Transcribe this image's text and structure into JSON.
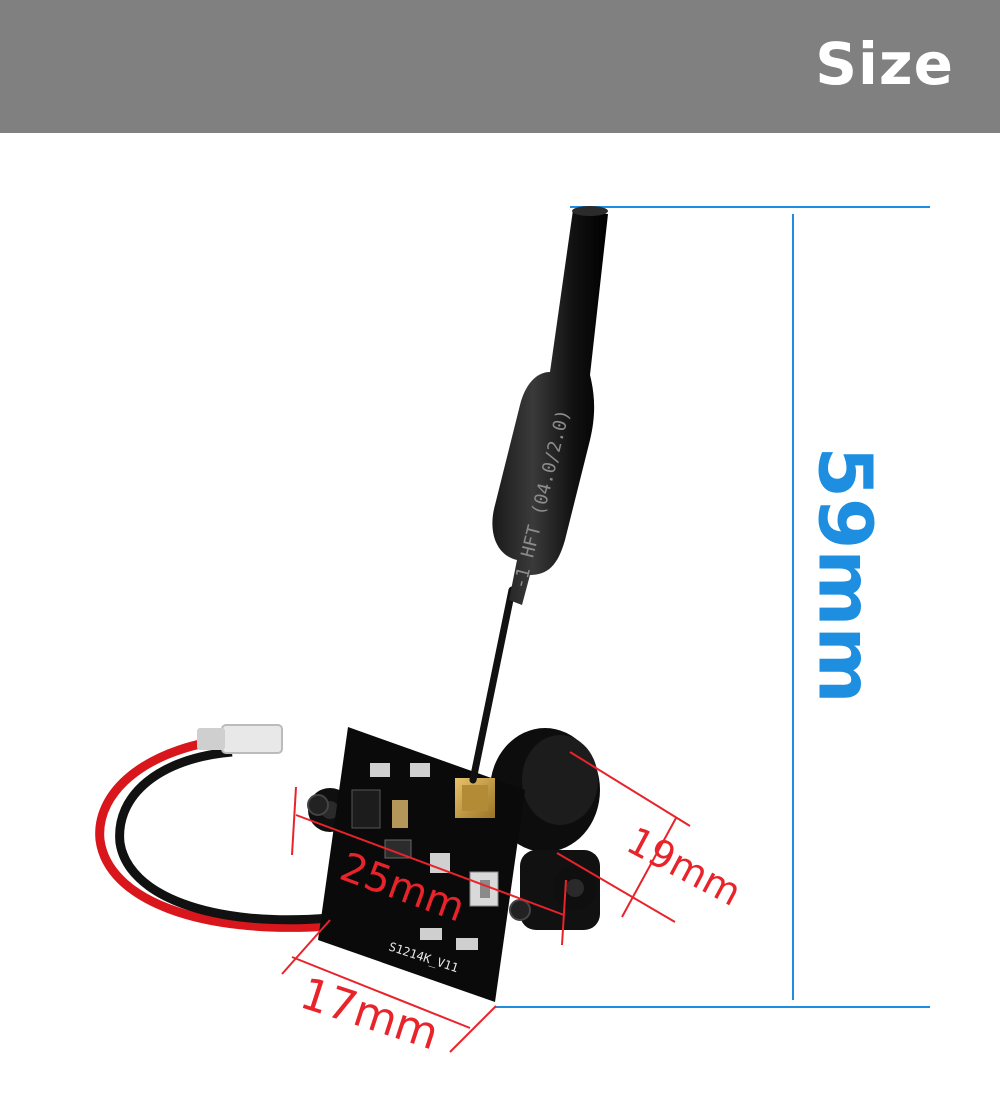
{
  "header": {
    "title": "Size",
    "background": "#808080",
    "text_color": "#ffffff"
  },
  "antenna": {
    "marking": "-1 HFT (04.0/2.0)"
  },
  "pcb": {
    "marking": "S1214K_V11"
  },
  "dimensions": {
    "height": {
      "label": "59mm",
      "color": "#1e8fe0"
    },
    "width": {
      "label": "25mm",
      "color": "#e8232a"
    },
    "depth": {
      "label": "19mm",
      "color": "#e8232a"
    },
    "bottom": {
      "label": "17mm",
      "color": "#e8232a"
    }
  }
}
